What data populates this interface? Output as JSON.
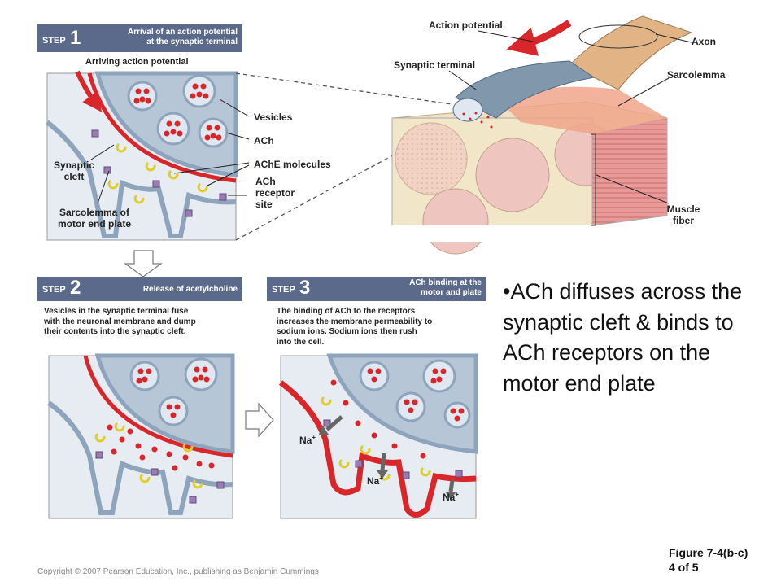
{
  "step1": {
    "word": "STEP",
    "number": "1",
    "title_line1": "Arrival of an action potential",
    "title_line2": "at the synaptic terminal",
    "arriving": "Arriving action potential"
  },
  "step2": {
    "word": "STEP",
    "number": "2",
    "title": "Release of acetylcholine",
    "desc_line1": "Vesicles in the synaptic terminal fuse",
    "desc_line2": "with the neuronal membrane and dump",
    "desc_line3": "their contents into the synaptic cleft."
  },
  "step3": {
    "word": "STEP",
    "number": "3",
    "title_line1": "ACh binding at the",
    "title_line2": "motor and plate",
    "desc_line1": "The binding of ACh to the receptors",
    "desc_line2": "increases the membrane permeability to",
    "desc_line3": "sodium ions. Sodium ions then rush",
    "desc_line4": "into the cell.",
    "ion": "Na",
    "ion_charge": "+"
  },
  "labels": {
    "vesicles": "Vesicles",
    "ach": "ACh",
    "ache": "AChE molecules",
    "receptor_line1": "ACh",
    "receptor_line2": "receptor",
    "receptor_line3": "site",
    "cleft_line1": "Synaptic",
    "cleft_line2": "cleft",
    "sarcolemma_motor_line1": "Sarcolemma of",
    "sarcolemma_motor_line2": "motor end plate",
    "action_potential": "Action potential",
    "synaptic_terminal": "Synaptic terminal",
    "axon": "Axon",
    "sarcolemma": "Sarcolemma",
    "muscle_line1": "Muscle",
    "muscle_line2": "fiber"
  },
  "bullet_text": "•ACh diffuses across the synaptic cleft & binds to ACh receptors on the motor end plate",
  "figure_line1": "Figure 7-4(b-c)",
  "figure_line2": "4 of 5",
  "copyright": "Copyright © 2007 Pearson Education, Inc., publishing as Benjamin Cummings",
  "colors": {
    "panel": "#ebe3d3",
    "step_bar": "#5b6a8a",
    "terminal": "#b7c6d6",
    "membrane": "#8ea3bc",
    "vesicle_dot": "#d8262a",
    "arrow_red": "#d8262a",
    "muscle": "#e8a0a0",
    "ache_yellow": "#f1e24a"
  }
}
